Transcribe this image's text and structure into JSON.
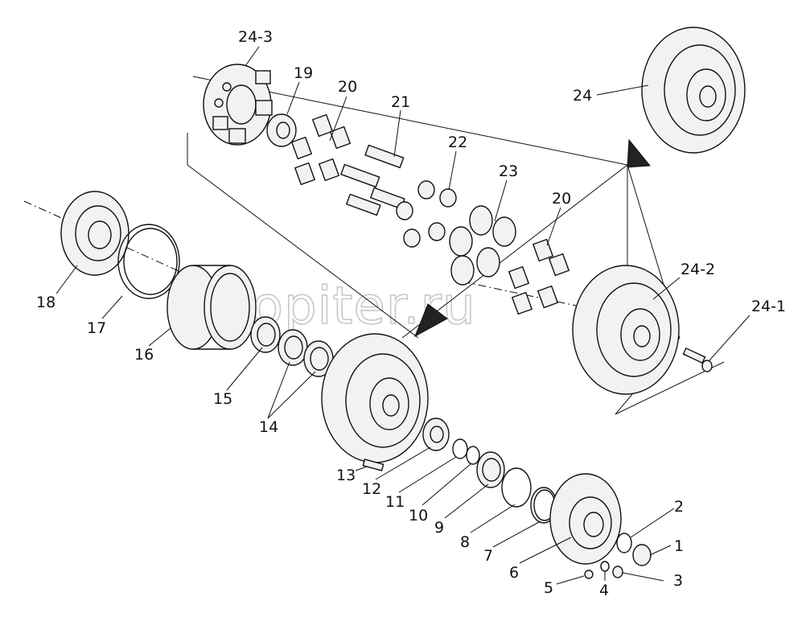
{
  "watermark": "autopiter.ru",
  "callouts": {
    "c1": "1",
    "c2": "2",
    "c3": "3",
    "c4": "4",
    "c5": "5",
    "c6": "6",
    "c7": "7",
    "c8": "8",
    "c9": "9",
    "c10": "10",
    "c11": "11",
    "c12": "12",
    "c13": "13",
    "c14": "14",
    "c15": "15",
    "c16": "16",
    "c17": "17",
    "c18": "18",
    "c19": "19",
    "c20a": "20",
    "c20b": "20",
    "c21": "21",
    "c22": "22",
    "c23": "23",
    "c24": "24",
    "c24_1": "24-1",
    "c24_2": "24-2",
    "c24_3": "24-3"
  }
}
